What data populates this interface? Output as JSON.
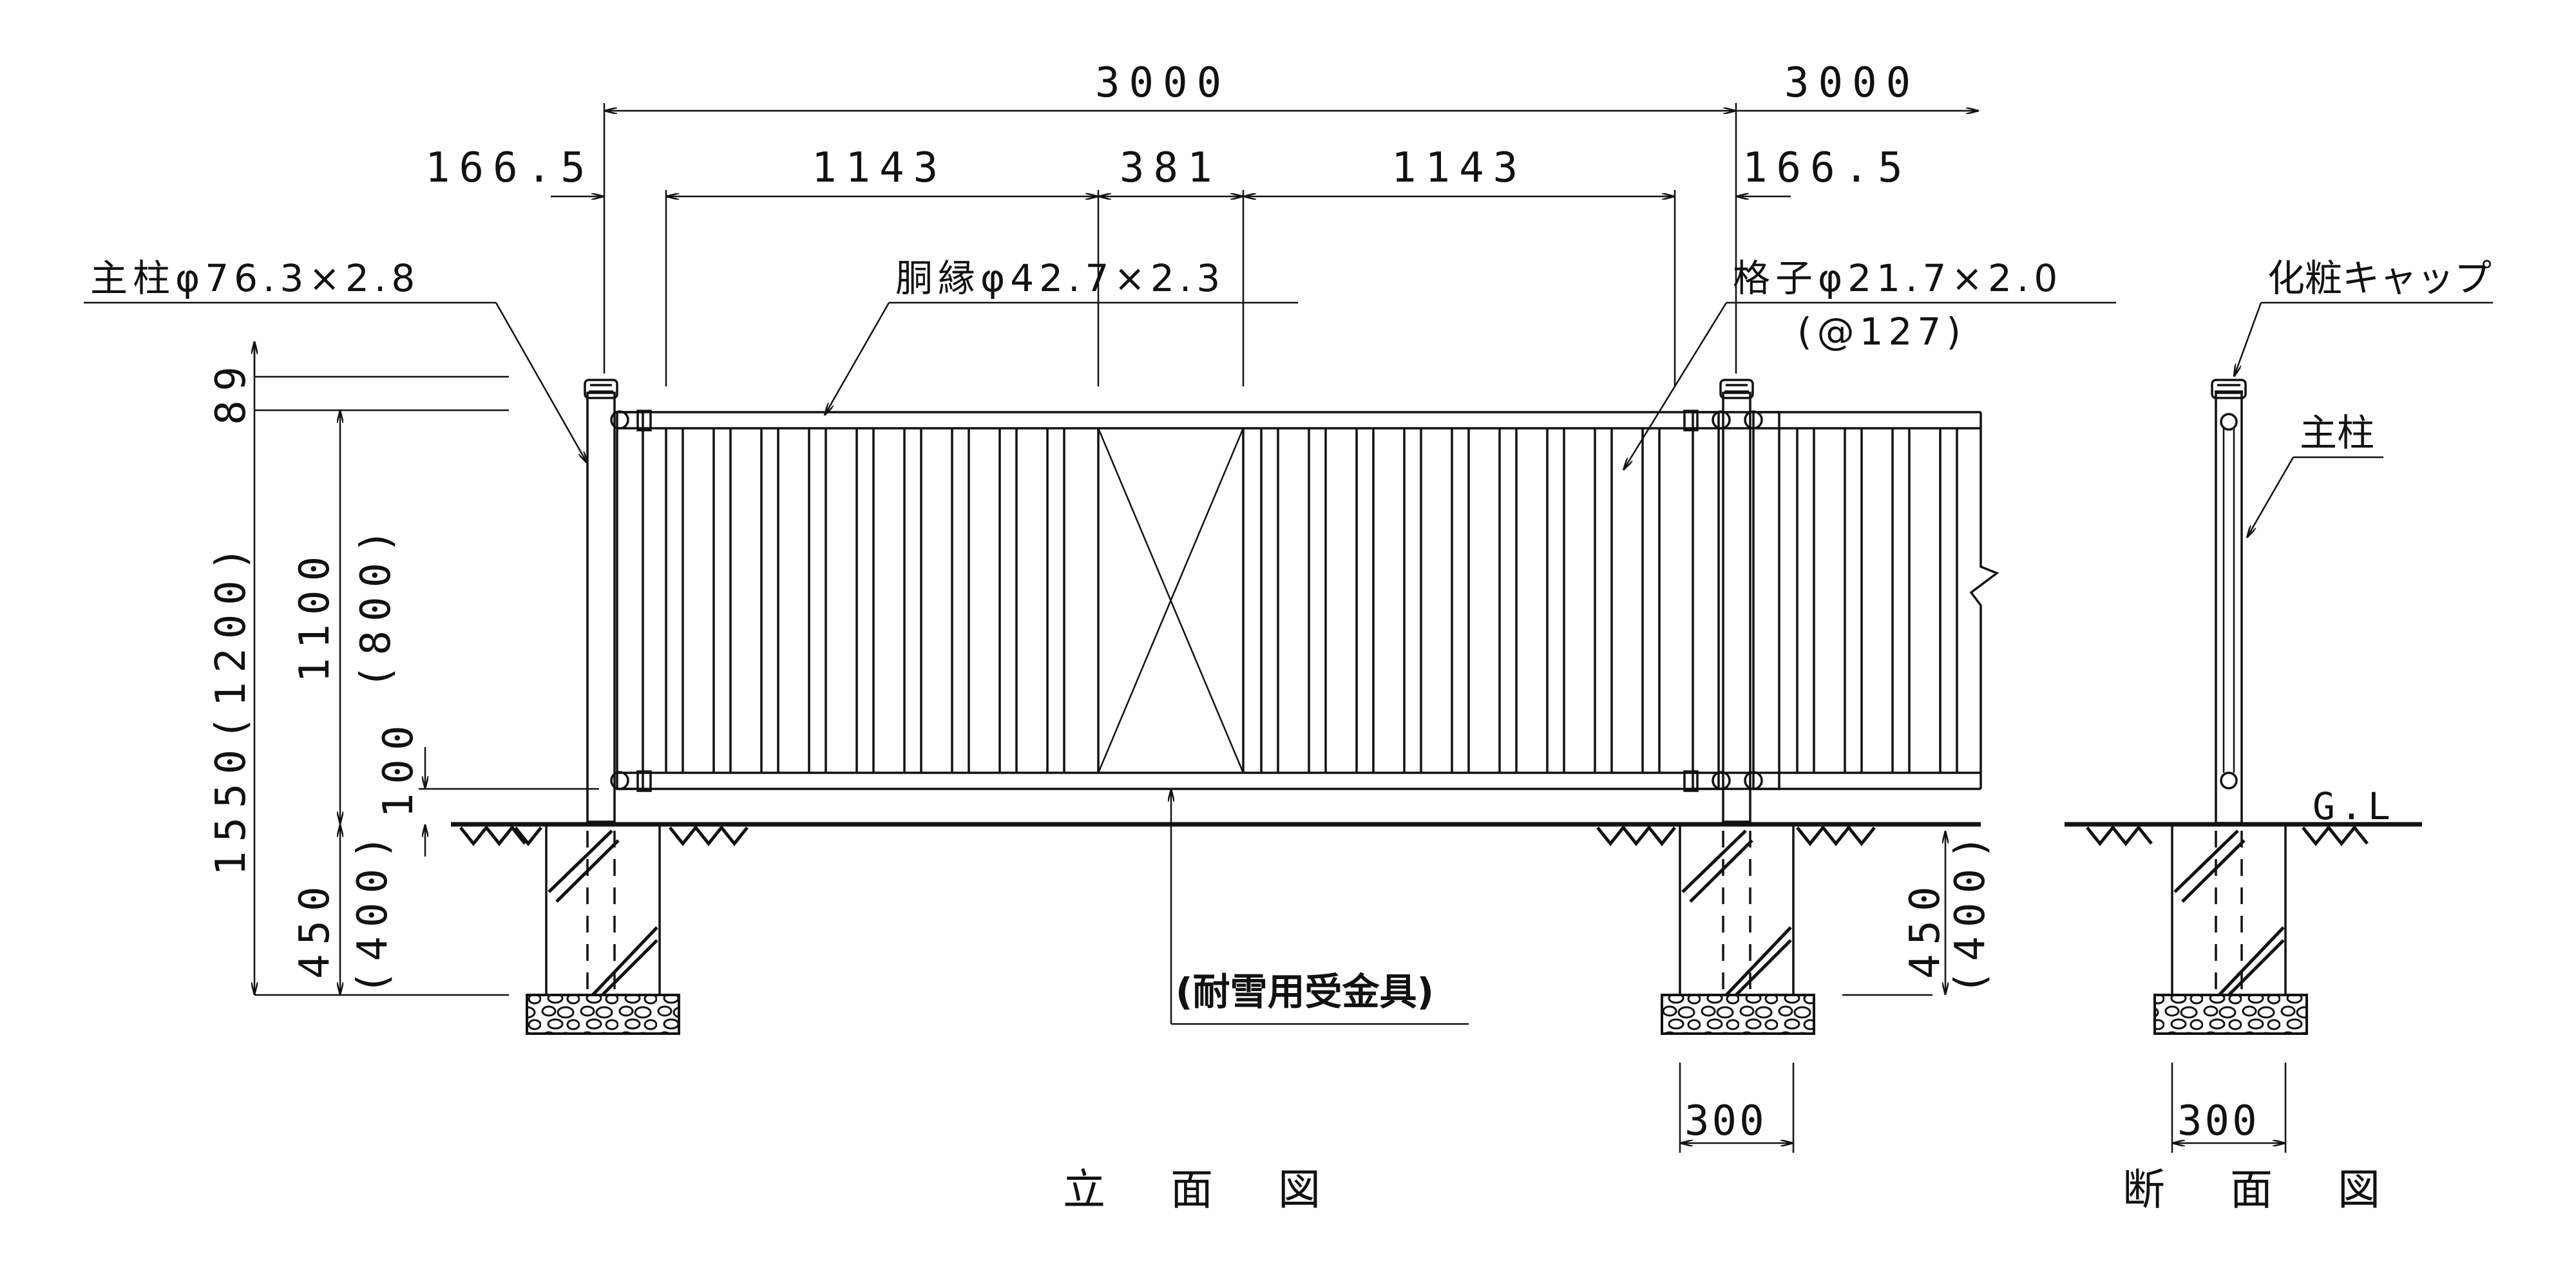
{
  "dimensions": {
    "span_left": "3000",
    "span_right": "3000",
    "offset_left": "166.5",
    "panel_left": "1143",
    "gate_center": "381",
    "panel_right": "1143",
    "offset_right": "166.5",
    "cap_height": "89",
    "total_height": "1550(1200)",
    "fence_height": "1100",
    "fence_height_alt": "(800)",
    "ground_gap": "100",
    "embed_left": "450",
    "embed_left_alt": "(400)",
    "embed_right": "450",
    "embed_right_alt": "(400)",
    "footing_width_elev": "300",
    "footing_width_sect": "300"
  },
  "labels": {
    "main_post": "主柱φ76.3×2.8",
    "rail": "胴縁φ42.7×2.3",
    "lattice": "格子φ21.7×2.0",
    "lattice_pitch": "(@127)",
    "snow_fitting": "(耐雪用受金具)",
    "decor_cap": "化粧キャップ",
    "post_section": "主柱",
    "ground_level": "G.L"
  },
  "titles": {
    "elevation": "立 面 図",
    "section": "断 面 図"
  }
}
